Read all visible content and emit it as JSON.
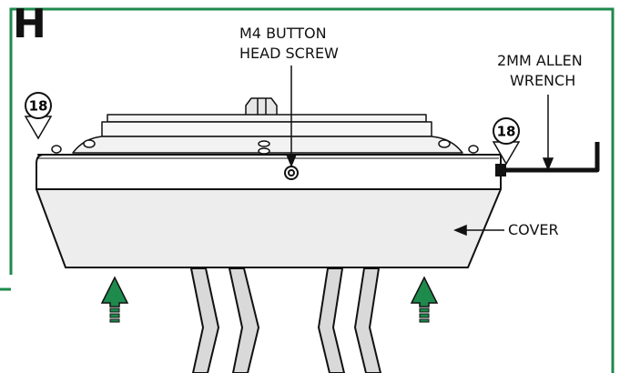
{
  "step": {
    "letter": "H"
  },
  "callouts": {
    "screw": {
      "line1": "M4 BUTTON",
      "line2": "HEAD SCREW"
    },
    "wrench": {
      "line1": "2MM ALLEN",
      "line2": "WRENCH"
    },
    "cover": {
      "label": "COVER"
    }
  },
  "markers": {
    "left": "18",
    "right": "18"
  },
  "colors": {
    "frame": "#1e8a4c",
    "arrow": "#1e8a4c",
    "line": "#111111",
    "cover_fill": "#ededed",
    "leg_fill": "#d9d9d9"
  }
}
